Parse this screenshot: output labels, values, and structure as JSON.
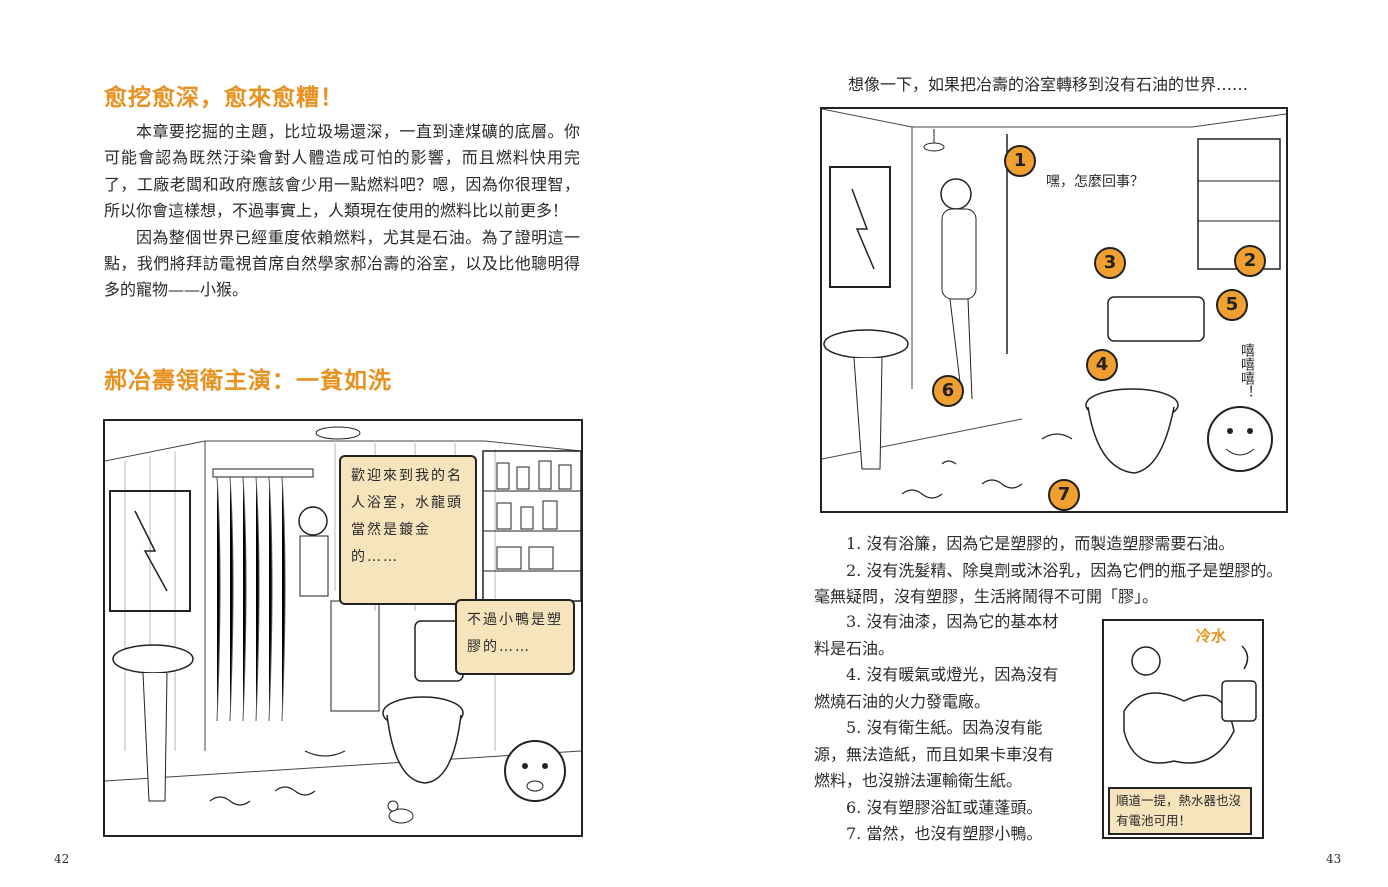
{
  "left": {
    "heading1": "愈挖愈深，愈來愈糟！",
    "paragraphs": [
      "本章要挖掘的主題，比垃圾場還深，一直到達煤礦的底層。你可能會認為既然汙染會對人體造成可怕的影響，而且燃料快用完了，工廠老闆和政府應該會少用一點燃料吧？嗯，因為你很理智，所以你會這樣想，不過事實上，人類現在使用的燃料比以前更多！",
      "因為整個世界已經重度依賴燃料，尤其是石油。為了證明這一點，我們將拜訪電視首席自然學家郝冶壽的浴室，以及比他聰明得多的寵物——小猴。"
    ],
    "heading2": "郝冶壽領衛主演：一貧如洗",
    "bubble1": "歡迎來到我的名人浴室，水龍頭當然是鍍金的……",
    "bubble2": "不過小鴨是塑膠的……",
    "page_number": "42"
  },
  "right": {
    "intro": "想像一下，如果把冶壽的浴室轉移到沒有石油的世界……",
    "callout1": "嘿，怎麼回事？",
    "callout2": "嘻嘻嘻！",
    "badges": [
      "1",
      "2",
      "3",
      "4",
      "5",
      "6",
      "7"
    ],
    "list_full": [
      "1. 沒有浴簾，因為它是塑膠的，而製造塑膠需要石油。",
      "2. 沒有洗髮精、除臭劑或沐浴乳，因為它們的瓶子是塑膠的。毫無疑問，沒有塑膠，生活將鬧得不可開「膠」。"
    ],
    "list_wrap": [
      "3. 沒有油漆，因為它的基本材料是石油。",
      "4. 沒有暖氣或燈光，因為沒有燃燒石油的火力發電廠。",
      "5. 沒有衛生紙。因為沒有能源，無法造紙，而且如果卡車沒有燃料，也沒辦法運輸衛生紙。",
      "6. 沒有塑膠浴缸或蓮蓬頭。",
      "7. 當然，也沒有塑膠小鴨。"
    ],
    "small_panel_sfx": "冷水",
    "small_panel_caption": "順道一提，熱水器也沒有電池可用！",
    "page_number": "43"
  }
}
